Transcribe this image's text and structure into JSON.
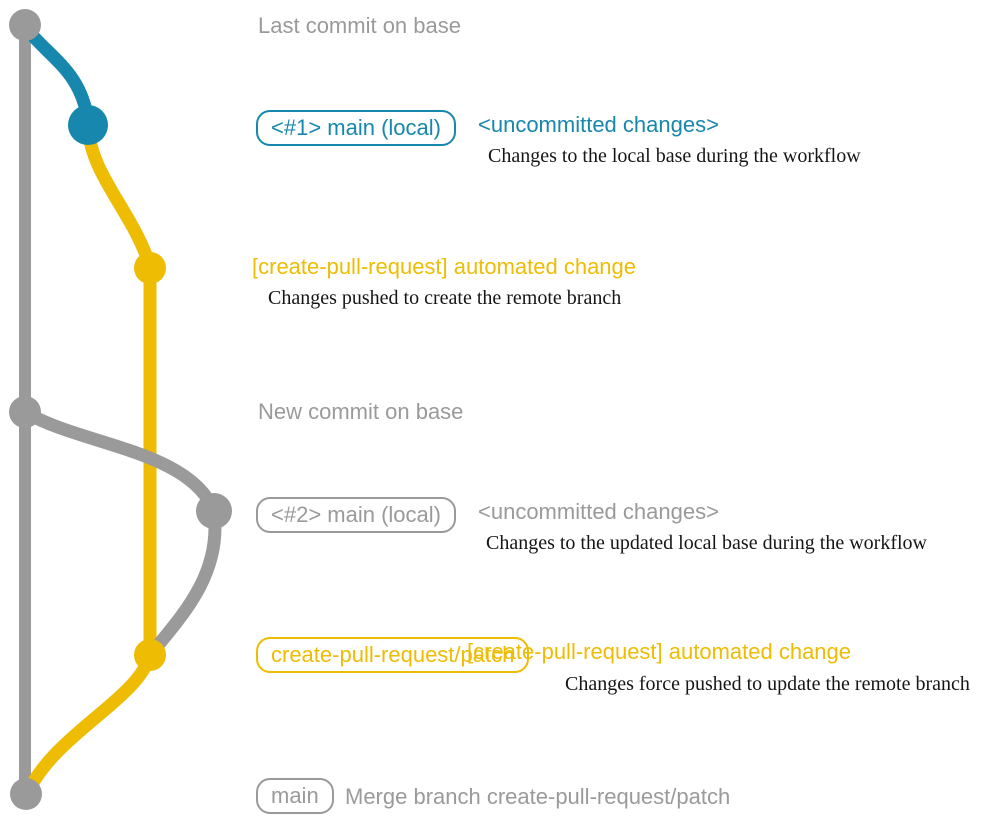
{
  "colors": {
    "gray": "#9a9a9a",
    "teal": "#1787ad",
    "yellow": "#eebc03",
    "ink": "#161616",
    "bg": "#ffffff"
  },
  "rows": {
    "last_commit": {
      "label": "Last commit on base"
    },
    "uncommitted1": {
      "badge": "<#1> main (local)",
      "title": "<uncommitted changes>",
      "desc": "Changes to the local base during the workflow"
    },
    "automated1": {
      "title": "[create-pull-request] automated change",
      "desc": "Changes pushed to create the remote branch"
    },
    "new_commit": {
      "label": "New commit on base"
    },
    "uncommitted2": {
      "badge": "<#2> main (local)",
      "title": "<uncommitted changes>",
      "desc": "Changes to the updated local base during the workflow"
    },
    "automated2": {
      "badge": "create-pull-request/patch",
      "title": "[create-pull-request] automated change",
      "desc": "Changes force pushed to update the remote branch"
    },
    "merge": {
      "badge": "main",
      "title": "Merge branch create-pull-request/patch"
    }
  }
}
